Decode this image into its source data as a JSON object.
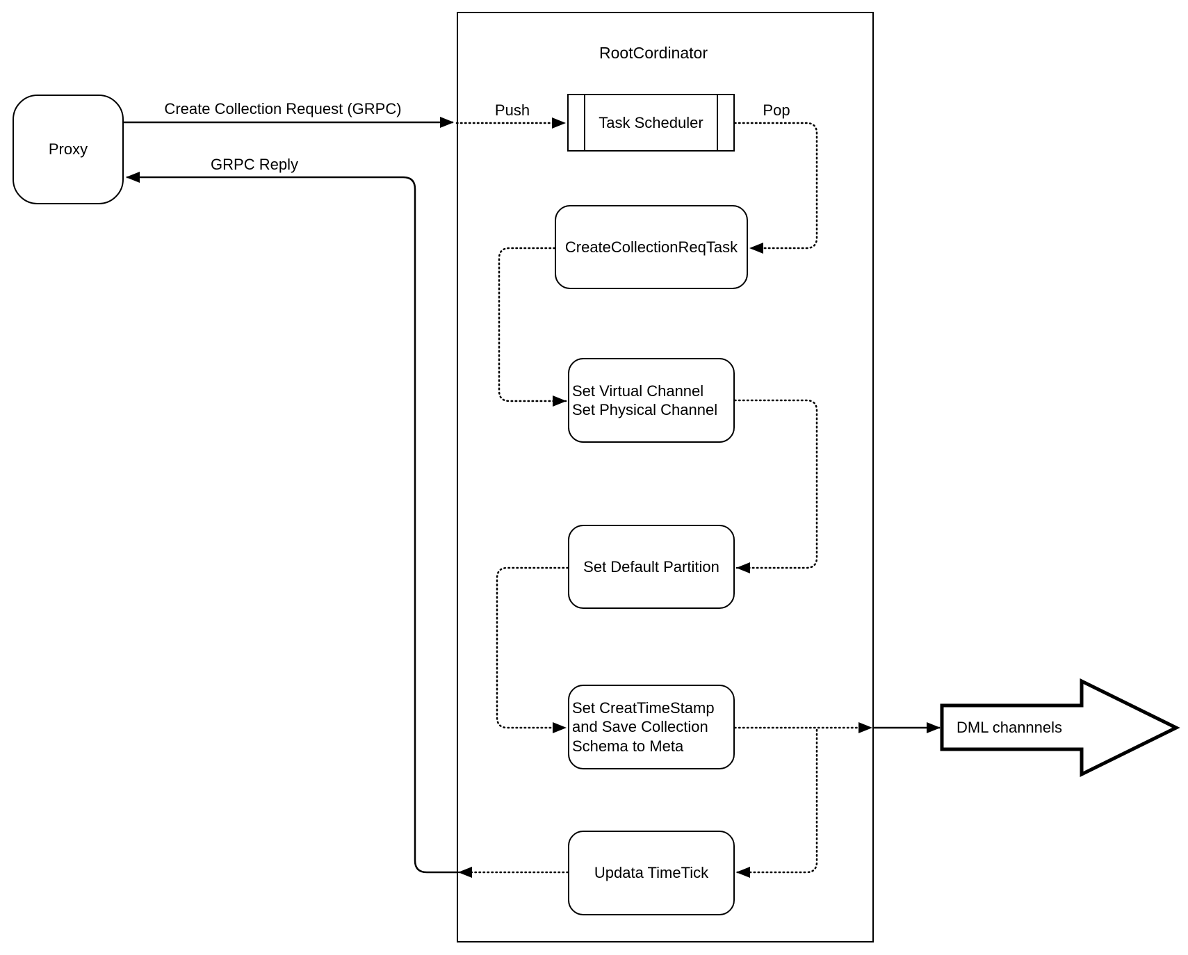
{
  "diagram": {
    "container_title": "RootCordinator",
    "nodes": {
      "proxy": {
        "label": "Proxy"
      },
      "task_scheduler": {
        "label": "Task Scheduler"
      },
      "create_collection_req_task": {
        "label": "CreateCollectionReqTask"
      },
      "set_virtual_channel": {
        "lines": [
          "Set Virtual Channel",
          "Set Physical Channel"
        ]
      },
      "set_default_partition": {
        "label": "Set Default Partition"
      },
      "set_creat_timestamp": {
        "lines": [
          "Set CreatTimeStamp",
          "and Save Collection",
          "Schema to Meta"
        ]
      },
      "updata_timetick": {
        "label": "Updata TimeTick"
      },
      "dml_channels": {
        "label": "DML channnels"
      }
    },
    "edge_labels": {
      "create_collection_request": "Create Collection Request (GRPC)",
      "grpc_reply": "GRPC Reply",
      "push": "Push",
      "pop": "Pop"
    },
    "colors": {
      "stroke": "#000000",
      "background": "#ffffff"
    }
  }
}
